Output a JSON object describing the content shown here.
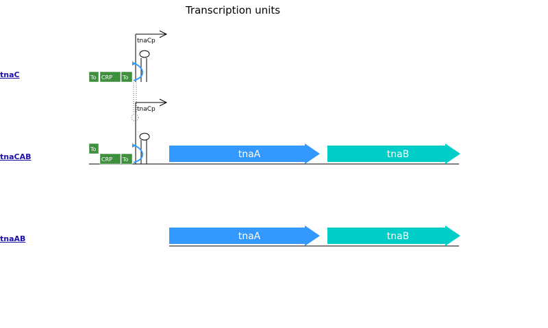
{
  "title": "Transcription units",
  "units": [
    {
      "id": "tnaC",
      "label": "tnaC"
    },
    {
      "id": "tnaCAB",
      "label": "tnaCAB"
    },
    {
      "id": "tnaAB",
      "label": "tnaAB"
    }
  ],
  "promoter_label": "tnaCp",
  "sites": {
    "to": "To",
    "crp": "CRP"
  },
  "genes": {
    "tnaA": "tnaA",
    "tnaB": "tnaB"
  },
  "colors": {
    "tnaA": "#3399ff",
    "tnaB": "#00ccc8",
    "site": "#3e8f3e",
    "attenuator": "#3399ff",
    "link": "#1a0dab"
  }
}
